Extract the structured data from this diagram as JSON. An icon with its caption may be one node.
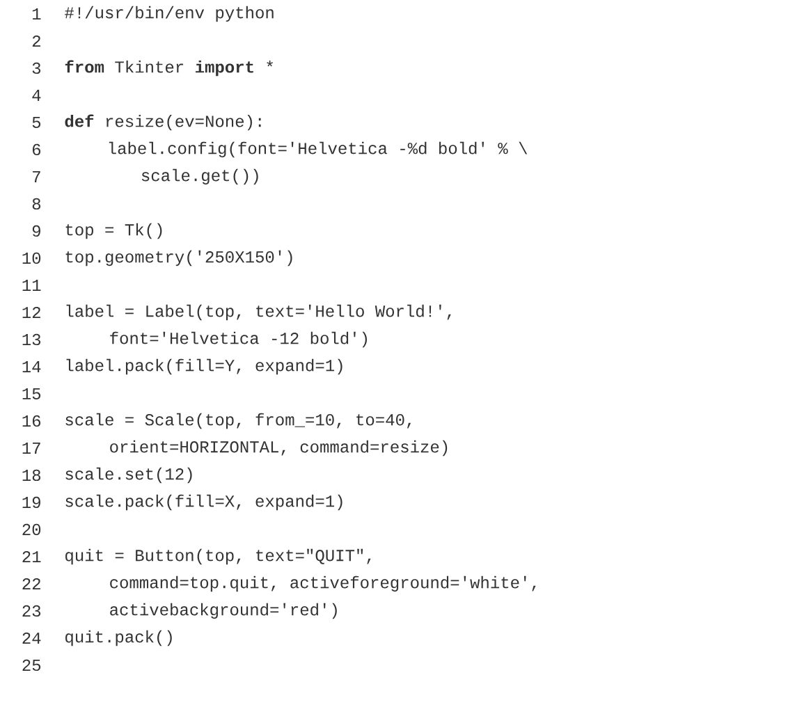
{
  "diagram": {
    "labels": [
      "1",
      "#!/usr/bin/env python",
      "2",
      "3",
      "**from** Tkinter **import** *",
      "4",
      "5",
      "**def** resize(ev=None):",
      "6",
      "label.config(font='Helvetica -%d bold' % \\",
      "7",
      "scale.get())",
      "8",
      "9",
      "top = Tk()",
      "10",
      "top.geometry('250X150')",
      "11",
      "12",
      "label = Label(top, text='Hello World!',",
      "13",
      "font='Helvetica -12 bold')",
      "14",
      "label.pack(fill=Y, expand=1)",
      "15",
      "16",
      "scale = Scale(top, from_=10, to=40,",
      "17",
      "orient=HORIZONTAL, command=resize)",
      "18",
      "scale.set(12)",
      "19",
      "scale.pack(fill=X, expand=1)",
      "20",
      "21",
      "quit = Button(top, text=\"QUIT\",",
      "22",
      "command=top.quit, activeforeground='white',",
      "23",
      "activebackground='red')",
      "24",
      "quit.pack()",
      "25"
    ]
  }
}
